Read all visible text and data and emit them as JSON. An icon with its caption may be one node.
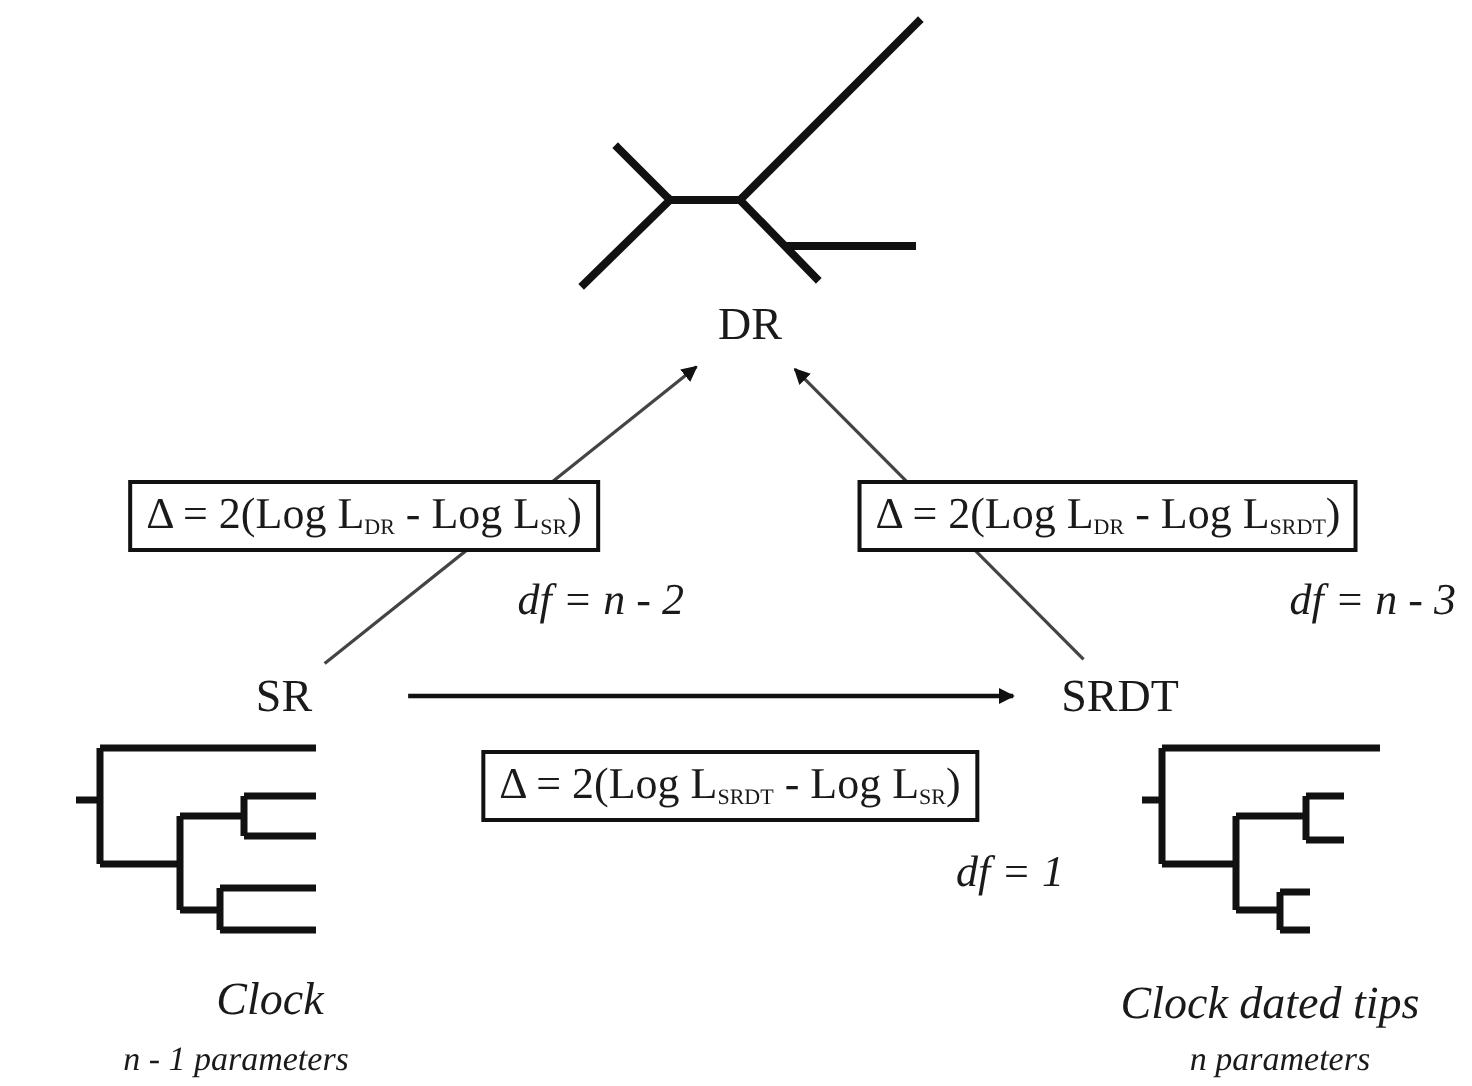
{
  "diagram": {
    "nodes": [
      {
        "text": [
          "DR"
        ]
      },
      {
        "text": [
          "SR"
        ],
        "beside": [
          "Clock",
          "n - 1 parameters"
        ]
      },
      {
        "text": [
          "SRDT"
        ],
        "beside": [
          "Clock dated tips",
          "n parameters"
        ]
      }
    ],
    "edges": [
      {
        "from": 1,
        "to": 0,
        "arrow": "to",
        "label": "Δ = 2(Log L$_{DR}$ - Log L$_{SR}$)"
      },
      {
        "from": 2,
        "to": 0,
        "arrow": "to",
        "label": "Δ = 2(Log L$_{DR}$ - Log L$_{SRDT}$)"
      },
      {
        "from": 1,
        "to": 2,
        "arrow": "to",
        "label": "Δ = 2(Log L$_{SRDT}$ - Log L$_{SR}$)"
      }
    ],
    "labels": [
      "df = n - 2",
      "df = n - 3",
      "df = 1"
    ]
  }
}
